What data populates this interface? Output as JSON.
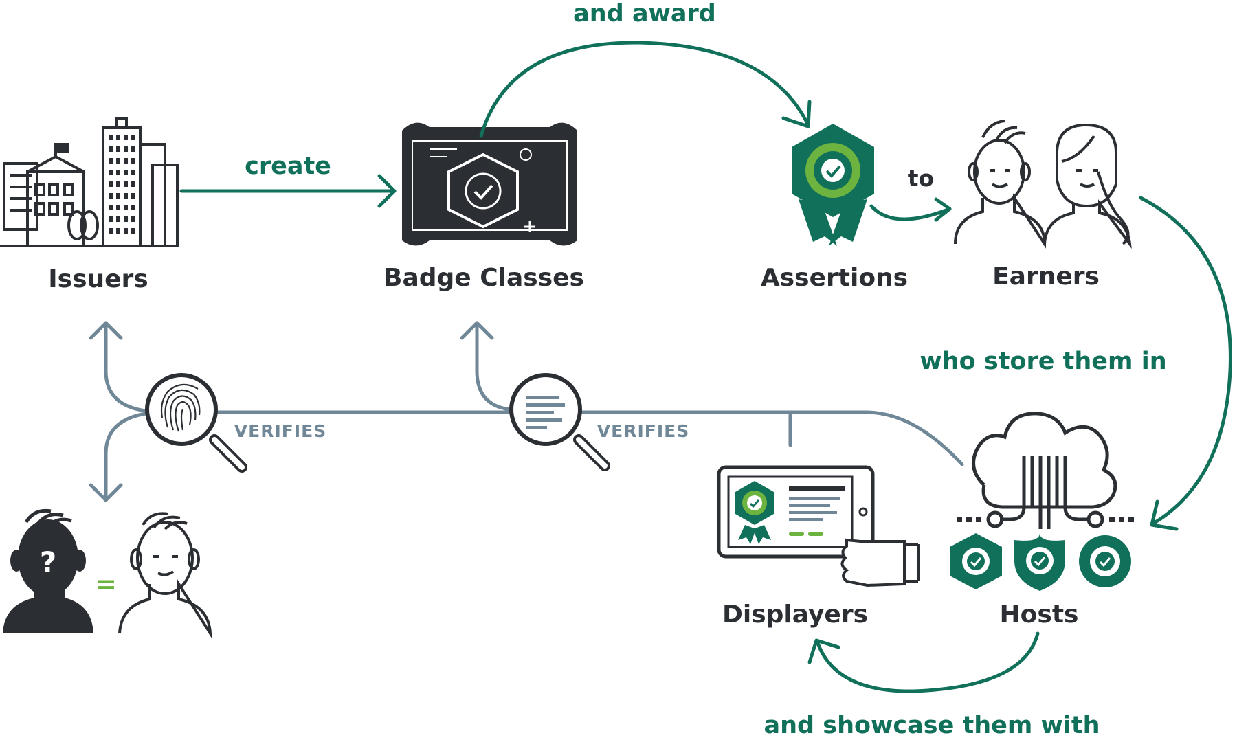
{
  "nodes": {
    "issuers": "Issuers",
    "badge_classes": "Badge Classes",
    "assertions": "Assertions",
    "earners": "Earners",
    "hosts": "Hosts",
    "displayers": "Displayers"
  },
  "edges": {
    "create": "create",
    "and_award": "and award",
    "to": "to",
    "who_store": "who store them in",
    "showcase": "and showcase them with",
    "verifies_1": "VERIFIES",
    "verifies_2": "VERIFIES"
  },
  "symbols": {
    "question": "?",
    "equals": "="
  },
  "colors": {
    "dark": "#2b2e33",
    "green": "#10705a",
    "light_green": "#6db33f",
    "slate": "#6f8796"
  }
}
